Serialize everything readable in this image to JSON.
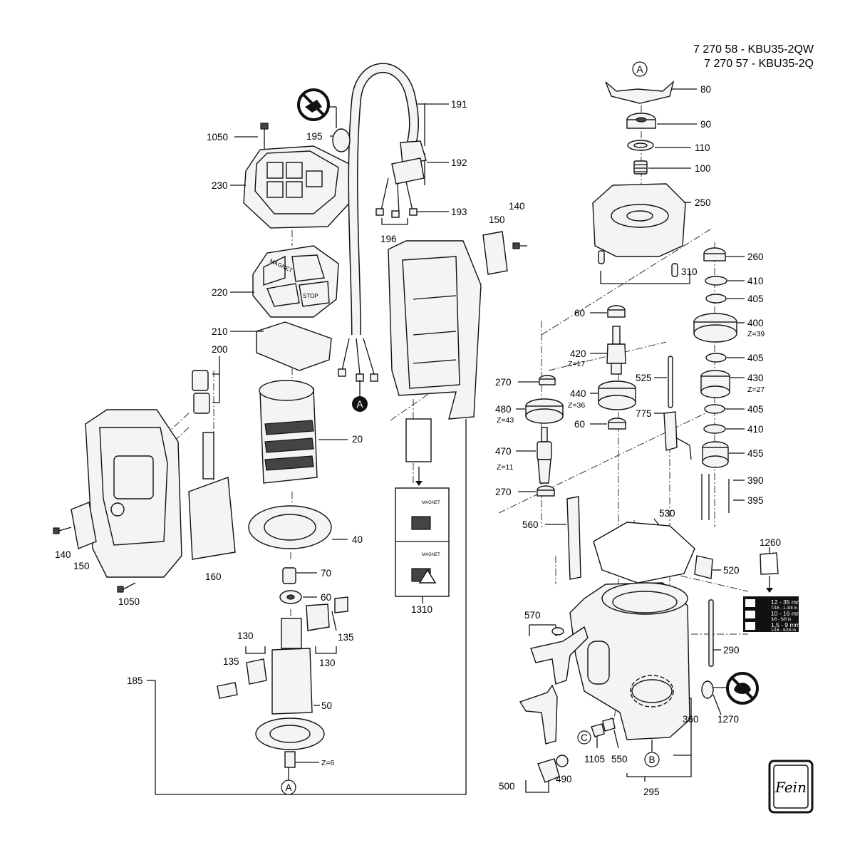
{
  "header": {
    "line1": "7 270 58 - KBU35-2QW",
    "line2": "7 270 57 - KBU35-2Q"
  },
  "refs": {
    "A": "A",
    "B": "B",
    "C": "C"
  },
  "labels": {
    "p20": "20",
    "p40": "40",
    "p50": "50",
    "p60a": "60",
    "p60b": "60",
    "p60c": "60",
    "p70": "70",
    "p80": "80",
    "p90": "90",
    "p100": "100",
    "p110": "110",
    "p130a": "130",
    "p130b": "130",
    "p135a": "135",
    "p135b": "135",
    "p140a": "140",
    "p140b": "140",
    "p150a": "150",
    "p150b": "150",
    "p160": "160",
    "p185": "185",
    "p191": "191",
    "p192": "192",
    "p193": "193",
    "p195": "195",
    "p196": "196",
    "p200": "200",
    "p210": "210",
    "p220": "220",
    "p230": "230",
    "p250": "250",
    "p260": "260",
    "p270a": "270",
    "p270b": "270",
    "p290": "290",
    "p295": "295",
    "p310": "310",
    "p360": "360",
    "p390": "390",
    "p395": "395",
    "p400": "400",
    "p405a": "405",
    "p405b": "405",
    "p405c": "405",
    "p410a": "410",
    "p410b": "410",
    "p420": "420",
    "p430": "430",
    "p440": "440",
    "p455": "455",
    "p470": "470",
    "p480": "480",
    "p490": "490",
    "p500": "500",
    "p520": "520",
    "p525": "525",
    "p530": "530",
    "p550": "550",
    "p560": "560",
    "p570": "570",
    "p775": "775",
    "p1050a": "1050",
    "p1050b": "1050",
    "p1105": "1105",
    "p1260": "1260",
    "p1270": "1270",
    "p1310": "1310"
  },
  "teeth": {
    "z6": "Z=6",
    "z17": "Z=17",
    "z36": "Z=36",
    "z39": "Z=39",
    "z43": "Z=43",
    "z27": "Z=27",
    "z11": "Z=11"
  },
  "sticker_texts": {
    "magnet1": "MAGNET",
    "magnet2": "MAGNET"
  },
  "switch_texts": {
    "magnet": "MAGNET",
    "stop": "STOP"
  },
  "capacity_label": {
    "row1": "12 - 35 mm",
    "row1_in": "7/16 - 1-3/8 in",
    "row2": "10 - 16 mm",
    "row2_in": "3/8 - 5/8 in",
    "row3": "1,5 - 9 mm",
    "row3_in": "1/16 - 5/16 in"
  },
  "logo_text": "Fein",
  "icons": [
    "no-water-icon",
    "no-coolant-icon",
    "warning-triangle-icon",
    "fein-logo"
  ],
  "colors": {
    "ink": "#111111",
    "part_fill": "#f4f4f4",
    "paper": "#ffffff"
  }
}
